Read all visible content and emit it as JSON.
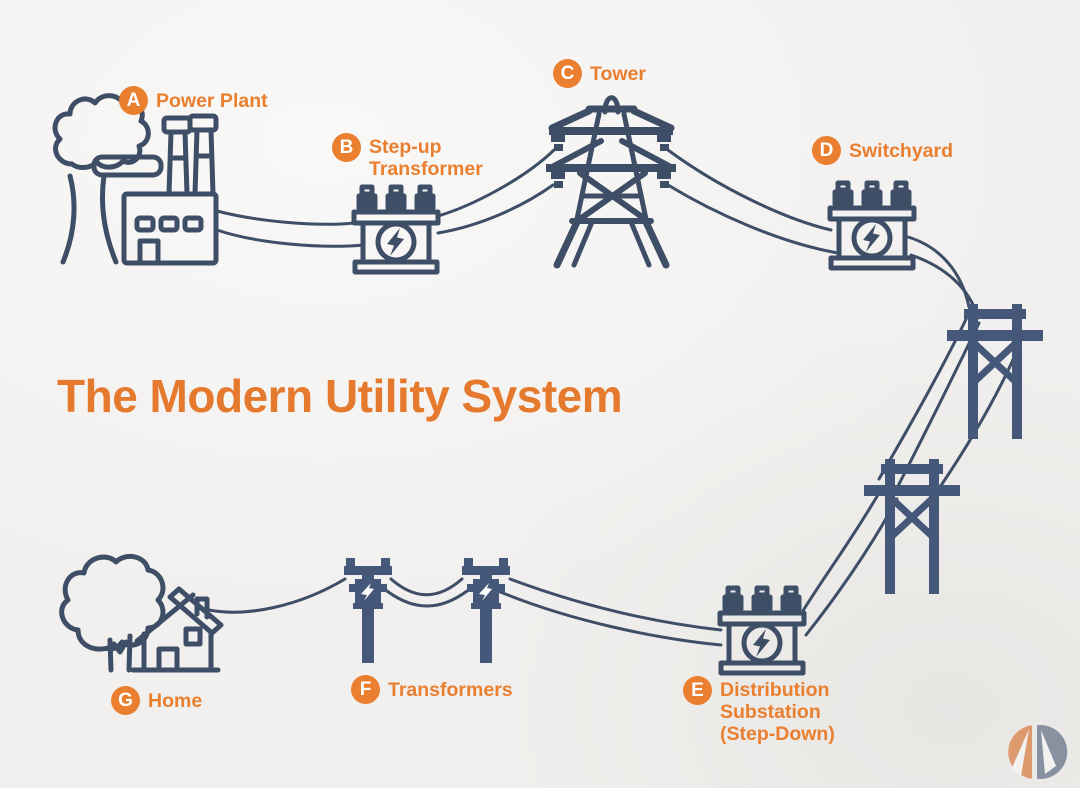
{
  "title": "The Modern Utility System",
  "colors": {
    "background": "#F1F0EE",
    "accent_orange": "#EA7F2F",
    "title_orange": "#E5792D",
    "line_navy": "#3E4E66",
    "fill_slate": "#46587A",
    "bolt_white": "#FFFFFF",
    "logo_orange": "#DD9A6E",
    "logo_gray": "#87919F"
  },
  "nodes": [
    {
      "letter": "A",
      "lines": [
        "Power Plant"
      ],
      "icon": "power-plant-icon"
    },
    {
      "letter": "B",
      "lines": [
        "Step-up",
        "Transformer"
      ],
      "icon": "step-up-transformer-icon"
    },
    {
      "letter": "C",
      "lines": [
        "Tower"
      ],
      "icon": "transmission-tower-icon"
    },
    {
      "letter": "D",
      "lines": [
        "Switchyard"
      ],
      "icon": "switchyard-transformer-icon"
    },
    {
      "letter": "E",
      "lines": [
        "Distribution",
        "Substation",
        "(Step-Down)"
      ],
      "icon": "distribution-substation-icon"
    },
    {
      "letter": "F",
      "lines": [
        "Transformers"
      ],
      "icon": "pole-transformers-icon"
    },
    {
      "letter": "G",
      "lines": [
        "Home"
      ],
      "icon": "home-icon"
    }
  ],
  "icons": [
    "power-plant-icon",
    "step-up-transformer-icon",
    "transmission-tower-icon",
    "switchyard-transformer-icon",
    "h-frame-pole-icon",
    "distribution-substation-icon",
    "pole-transformers-icon",
    "home-icon",
    "brand-logo-icon"
  ]
}
